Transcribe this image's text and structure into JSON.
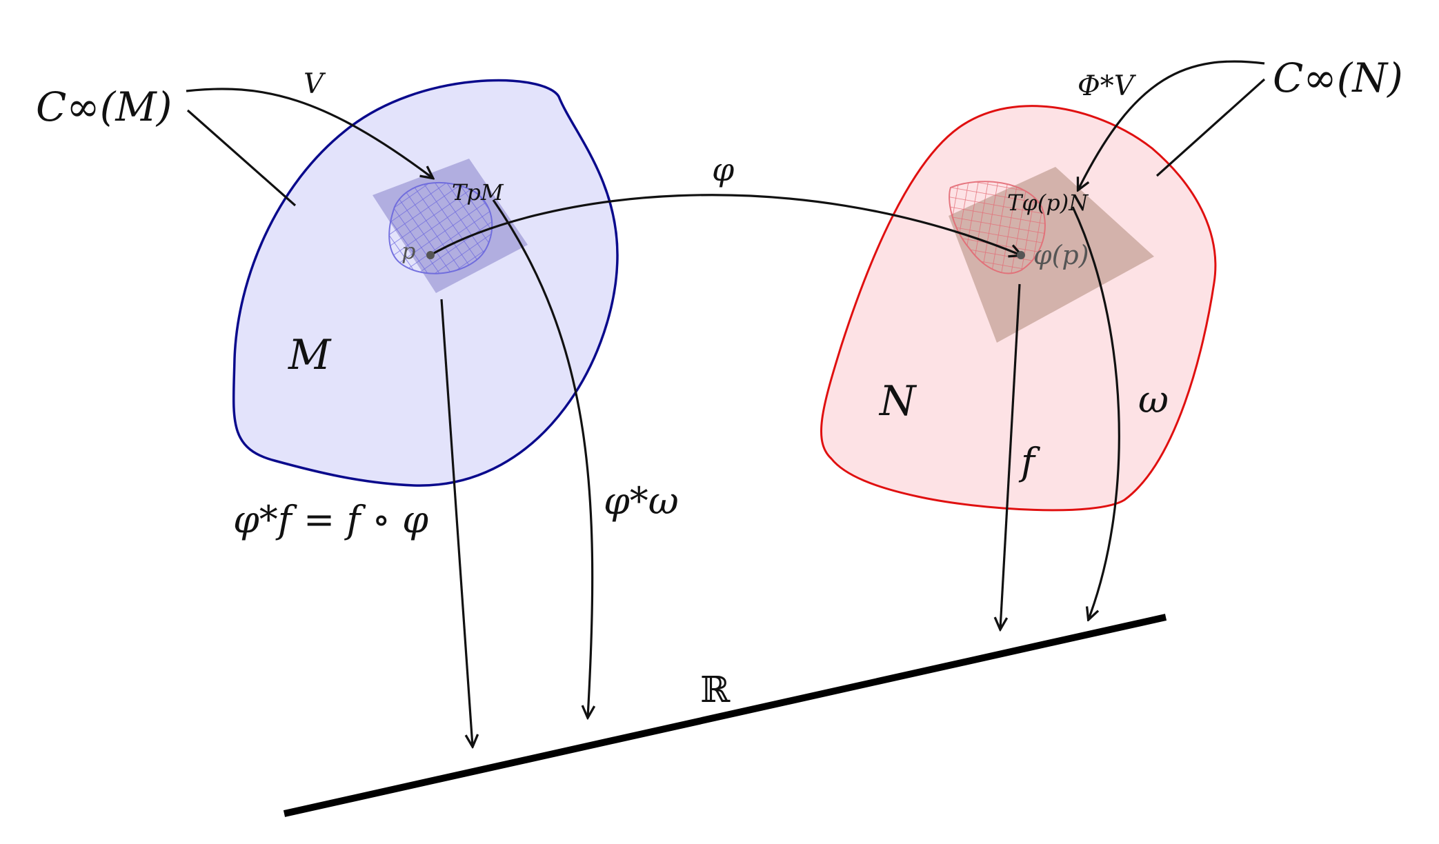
{
  "diagram": {
    "colors": {
      "manifold_m_fill": "#e3e3fb",
      "manifold_m_stroke": "#0a0a8c",
      "manifold_n_fill": "#fde2e5",
      "manifold_n_stroke": "#e01010",
      "tangent_m_fill": "#9e9ad6",
      "tangent_n_fill": "#c9a79e",
      "grid_m": "#6a66dd",
      "grid_n": "#e36a74",
      "real_line": "#000000"
    },
    "labels": {
      "c_inf_m": "C∞(M)",
      "c_inf_n": "C∞(N)",
      "v": "V",
      "phi_star_v": "Φ*V",
      "tangent_m": "TpM",
      "tangent_n": "Tφ(p)N",
      "phi": "φ",
      "p": "p",
      "phi_p": "φ(p)",
      "manifold_m": "M",
      "manifold_n": "N",
      "pullback_f": "φ*f = f ∘ φ",
      "pullback_omega": "φ*ω",
      "f": "f",
      "omega": "ω",
      "reals": "ℝ"
    }
  }
}
